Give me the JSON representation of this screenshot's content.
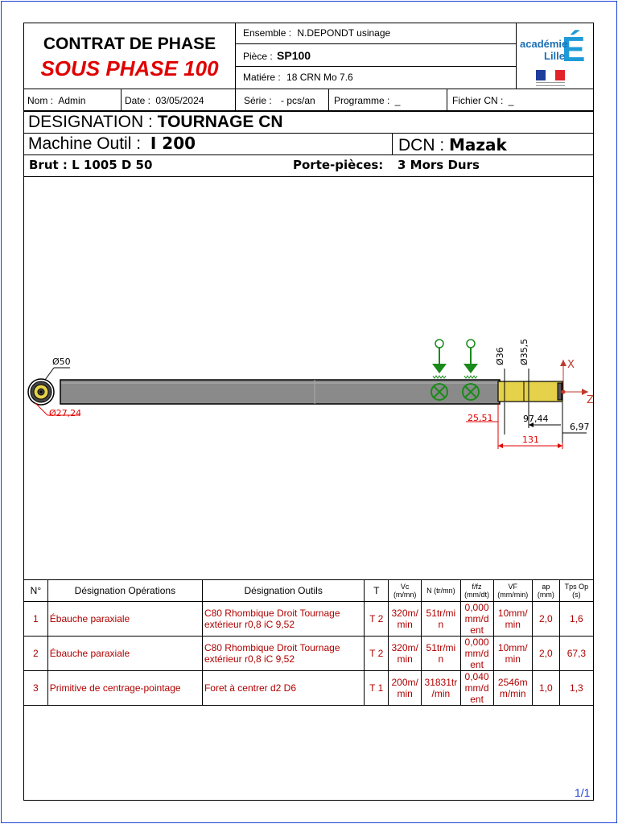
{
  "header": {
    "title": "CONTRAT DE PHASE",
    "subtitle": "SOUS PHASE 100",
    "ensemble_label": "Ensemble :",
    "ensemble_value": "N.DEPONDT usinage",
    "piece_label": "Pièce :",
    "piece_value": "SP100",
    "matiere_label": "Matiére :",
    "matiere_value": "18 CRN Mo 7.6",
    "logo_line1": "académie",
    "logo_line2": "Lille",
    "logo_letter": "É"
  },
  "info_row": {
    "nom_label": "Nom :",
    "nom_value": "Admin",
    "date_label": "Date :",
    "date_value": "03/05/2024",
    "serie_label": "Série :",
    "serie_value": "- pcs/an",
    "programme_label": "Programme :",
    "programme_value": "_",
    "fichier_label": "Fichier CN :",
    "fichier_value": "_"
  },
  "designation": {
    "label": "DESIGNATION :",
    "value": "TOURNAGE CN"
  },
  "machine": {
    "label": "Machine Outil :",
    "value": "I 200",
    "dcn_label": "DCN :",
    "dcn_value": "Mazak"
  },
  "brut": {
    "label": "Brut : L 1005 D 50",
    "porte_label": "Porte-pièces:",
    "porte_value": "3 Mors Durs"
  },
  "drawing": {
    "dims": [
      "Ø50",
      "Ø27,24",
      "Ø36",
      "Ø35,5",
      "25,51",
      "97,44",
      "6,97",
      "131"
    ],
    "axis_x": "X",
    "axis_z": "Z"
  },
  "table": {
    "headers": {
      "n": "N°",
      "ops": "Désignation Opérations",
      "tools": "Désignation Outils",
      "t": "T",
      "vc": "Vc",
      "vc_unit": "(m/mn)",
      "n_speed": "N (tr/mn)",
      "f": "f/fz",
      "f_unit": "(mm/dt)",
      "vf": "VF",
      "vf_unit": "(mm/min)",
      "ap": "ap",
      "ap_unit": "(mm)",
      "tps": "Tps Op",
      "tps_unit": "(s)"
    },
    "rows": [
      {
        "n": "1",
        "op": "Ébauche paraxiale",
        "tool": "C80 Rhombique Droit Tournage extérieur r0,8 iC 9,52",
        "t": "T 2",
        "vc": "320m/ min",
        "n_speed": "51tr/mi n",
        "f": "0,000 mm/d ent",
        "vf": "10mm/ min",
        "ap": "2,0",
        "tps": "1,6"
      },
      {
        "n": "2",
        "op": "Ébauche paraxiale",
        "tool": "C80 Rhombique Droit Tournage extérieur r0,8 iC 9,52",
        "t": "T 2",
        "vc": "320m/ min",
        "n_speed": "51tr/mi n",
        "f": "0,000 mm/d ent",
        "vf": "10mm/ min",
        "ap": "2,0",
        "tps": "67,3"
      },
      {
        "n": "3",
        "op": "Primitive de centrage-pointage",
        "tool": "Foret à centrer d2 D6",
        "t": "T 1",
        "vc": "200m/ min",
        "n_speed": "31831tr /min",
        "f": "0,040 mm/d ent",
        "vf": "2546m m/min",
        "ap": "1,0",
        "tps": "1,3"
      }
    ]
  },
  "page": "1/1",
  "colors": {
    "accent_red": "#e00000",
    "value_red": "#b00000",
    "frame_blue": "#1a3fd6",
    "green": "#1a8a1a",
    "part_gray": "#8a8a8a",
    "brass": "#e6d24a"
  }
}
